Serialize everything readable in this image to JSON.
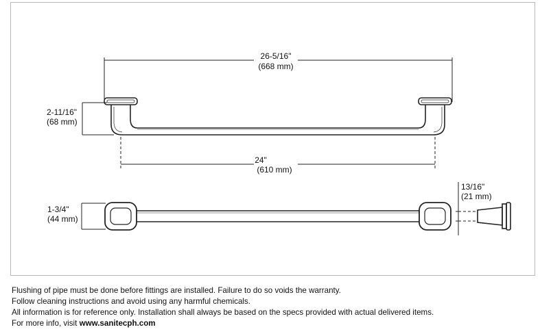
{
  "dimensions": {
    "overall_length": "26-5/16\"",
    "overall_length_mm": "(668 mm)",
    "projection": "2-11/16\"",
    "projection_mm": "(68 mm)",
    "center_length": "24\"",
    "center_length_mm": "(610 mm)",
    "bracket_height": "1-3/4\"",
    "bracket_height_mm": "(44 mm)",
    "bar_diameter": "13/16\"",
    "bar_diameter_mm": "(21 mm)"
  },
  "notes": {
    "line1": "Flushing of pipe must be done before fittings are installed. Failure to do so voids the warranty.",
    "line2": "Follow cleaning instructions and avoid using any harmful chemicals.",
    "line3": "All information is for reference only. Installation shall always be based on the specs provided with actual delivered items.",
    "line4_prefix": "For more info, visit ",
    "line4_link": "www.sanitecph.com"
  },
  "colors": {
    "line": "#222222",
    "frame": "#b8b8b8"
  }
}
